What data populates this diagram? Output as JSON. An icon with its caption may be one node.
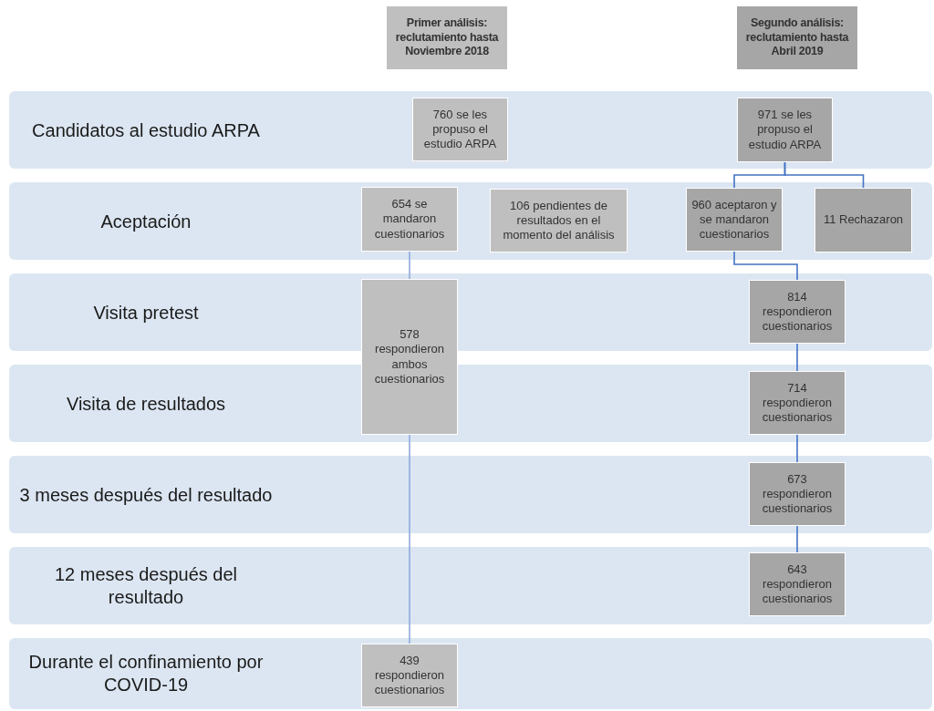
{
  "diagram": {
    "nodes": [
      {
        "text": [
          "Primer análisis: reclutamiento hasta Noviembre 2018"
        ]
      },
      {
        "text": [
          "Segundo análisis: reclutamiento hasta Abril 2019"
        ]
      },
      {
        "text": [
          "Candidatos al estudio ARPA"
        ]
      },
      {
        "text": [
          "760 se les propuso el estudio ARPA"
        ],
        "in": 2
      },
      {
        "text": [
          "971 se les propuso el estudio ARPA"
        ],
        "in": 2
      },
      {
        "text": [
          "Aceptación"
        ]
      },
      {
        "text": [
          "654 se mandaron cuestionarios"
        ],
        "in": 5
      },
      {
        "text": [
          "106 pendientes de resultados en el momento del análisis"
        ],
        "in": 5
      },
      {
        "text": [
          "960 aceptaron y se mandaron cuestionarios"
        ],
        "in": 5
      },
      {
        "text": [
          "11 Rechazaron"
        ],
        "in": 5
      },
      {
        "text": [
          "Visita pretest"
        ]
      },
      {
        "text": [
          "578 respondieron ambos cuestionarios"
        ]
      },
      {
        "text": [
          "814 respondieron cuestionarios"
        ],
        "in": 10
      },
      {
        "text": [
          "Visita de resultados"
        ]
      },
      {
        "text": [
          "714 respondieron cuestionarios"
        ],
        "in": 13
      },
      {
        "text": [
          "3 meses después del resultado"
        ]
      },
      {
        "text": [
          "673 respondieron cuestionarios"
        ],
        "in": 15
      },
      {
        "text": [
          "12 meses después del resultado"
        ]
      },
      {
        "text": [
          "643 respondieron cuestionarios"
        ],
        "in": 17
      },
      {
        "text": [
          "Durante el confinamiento por COVID-19"
        ]
      },
      {
        "text": [
          "439 respondieron cuestionarios"
        ],
        "in": 19
      }
    ],
    "edges": [
      {
        "from": 4,
        "to": 8,
        "arrow": "none"
      },
      {
        "from": 4,
        "to": 9,
        "arrow": "none"
      },
      {
        "from": 8,
        "to": 12,
        "arrow": "none"
      },
      {
        "from": 12,
        "to": 14,
        "arrow": "none"
      },
      {
        "from": 14,
        "to": 16,
        "arrow": "none"
      },
      {
        "from": 16,
        "to": 18,
        "arrow": "none"
      },
      {
        "from": 6,
        "to": 11,
        "arrow": "none",
        "color": "#8faadc"
      },
      {
        "from": 11,
        "to": 20,
        "arrow": "none",
        "color": "#8faadc"
      }
    ]
  }
}
